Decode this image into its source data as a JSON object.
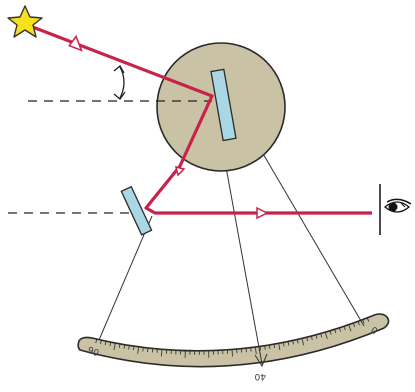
{
  "diagram": {
    "scale_labels": {
      "left": "90",
      "center": "40",
      "right": "0"
    },
    "colors": {
      "light_ray": "#c8224a",
      "frame_fill": "#c9c2a5",
      "frame_stroke": "#2a2a2a",
      "mirror_fill": "#a9d8e4",
      "mirror_stroke": "#2a2a2a",
      "star_fill": "#f6e21b",
      "star_stroke": "#333333",
      "dash_line": "#222222",
      "arm_line": "#333333",
      "eye_stroke": "#111111",
      "eye_pupil": "#111111"
    },
    "icons": {
      "star": "star-icon",
      "eye": "eye-icon",
      "angle_arrow": "double-headed-arrow-icon"
    }
  }
}
